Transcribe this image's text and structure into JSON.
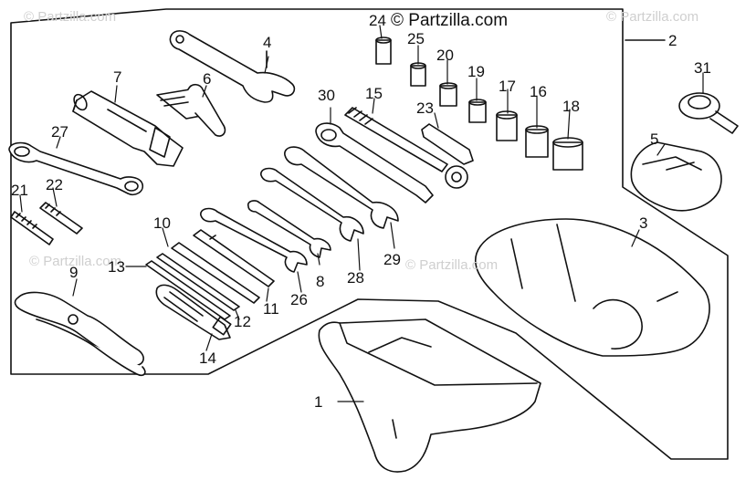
{
  "watermark": {
    "text_main": "© Partzilla.com",
    "text_faded": "© Partzilla.com"
  },
  "colors": {
    "ink": "#111111",
    "watermark": "#cfcfcf",
    "background": "#ffffff"
  },
  "callouts": {
    "c1": "1",
    "c2": "2",
    "c3": "3",
    "c4": "4",
    "c5": "5",
    "c6": "6",
    "c7": "7",
    "c8": "8",
    "c9": "9",
    "c10": "10",
    "c11": "11",
    "c12": "12",
    "c13": "13",
    "c14": "14",
    "c15": "15",
    "c16": "16",
    "c17": "17",
    "c18": "18",
    "c19": "19",
    "c20": "20",
    "c21": "21",
    "c22": "22",
    "c23": "23",
    "c24": "24",
    "c25": "25",
    "c26": "26",
    "c27": "27",
    "c28": "28",
    "c29": "29",
    "c30": "30",
    "c31": "31"
  },
  "parts": [
    "tool-case",
    "tool-set-border",
    "tool-bag",
    "adjustable-wrench",
    "tool-pouch",
    "pin-spanner",
    "spark-plug-wrench",
    "open-end-wrench-8",
    "pliers",
    "screwdriver-handle",
    "screwdriver-11",
    "screwdriver-12",
    "screwdriver-13",
    "screwdriver-grip-14",
    "socket-driver-15",
    "socket-16",
    "socket-17",
    "socket-18",
    "socket-19",
    "socket-20",
    "pin-21",
    "pin-22",
    "extension-bar-23",
    "socket-24",
    "socket-25",
    "open-end-wrench-26",
    "offset-wrench-27",
    "open-end-wrench-28",
    "open-end-wrench-29",
    "box-end-wrench-30",
    "feeler-gauge-31"
  ]
}
